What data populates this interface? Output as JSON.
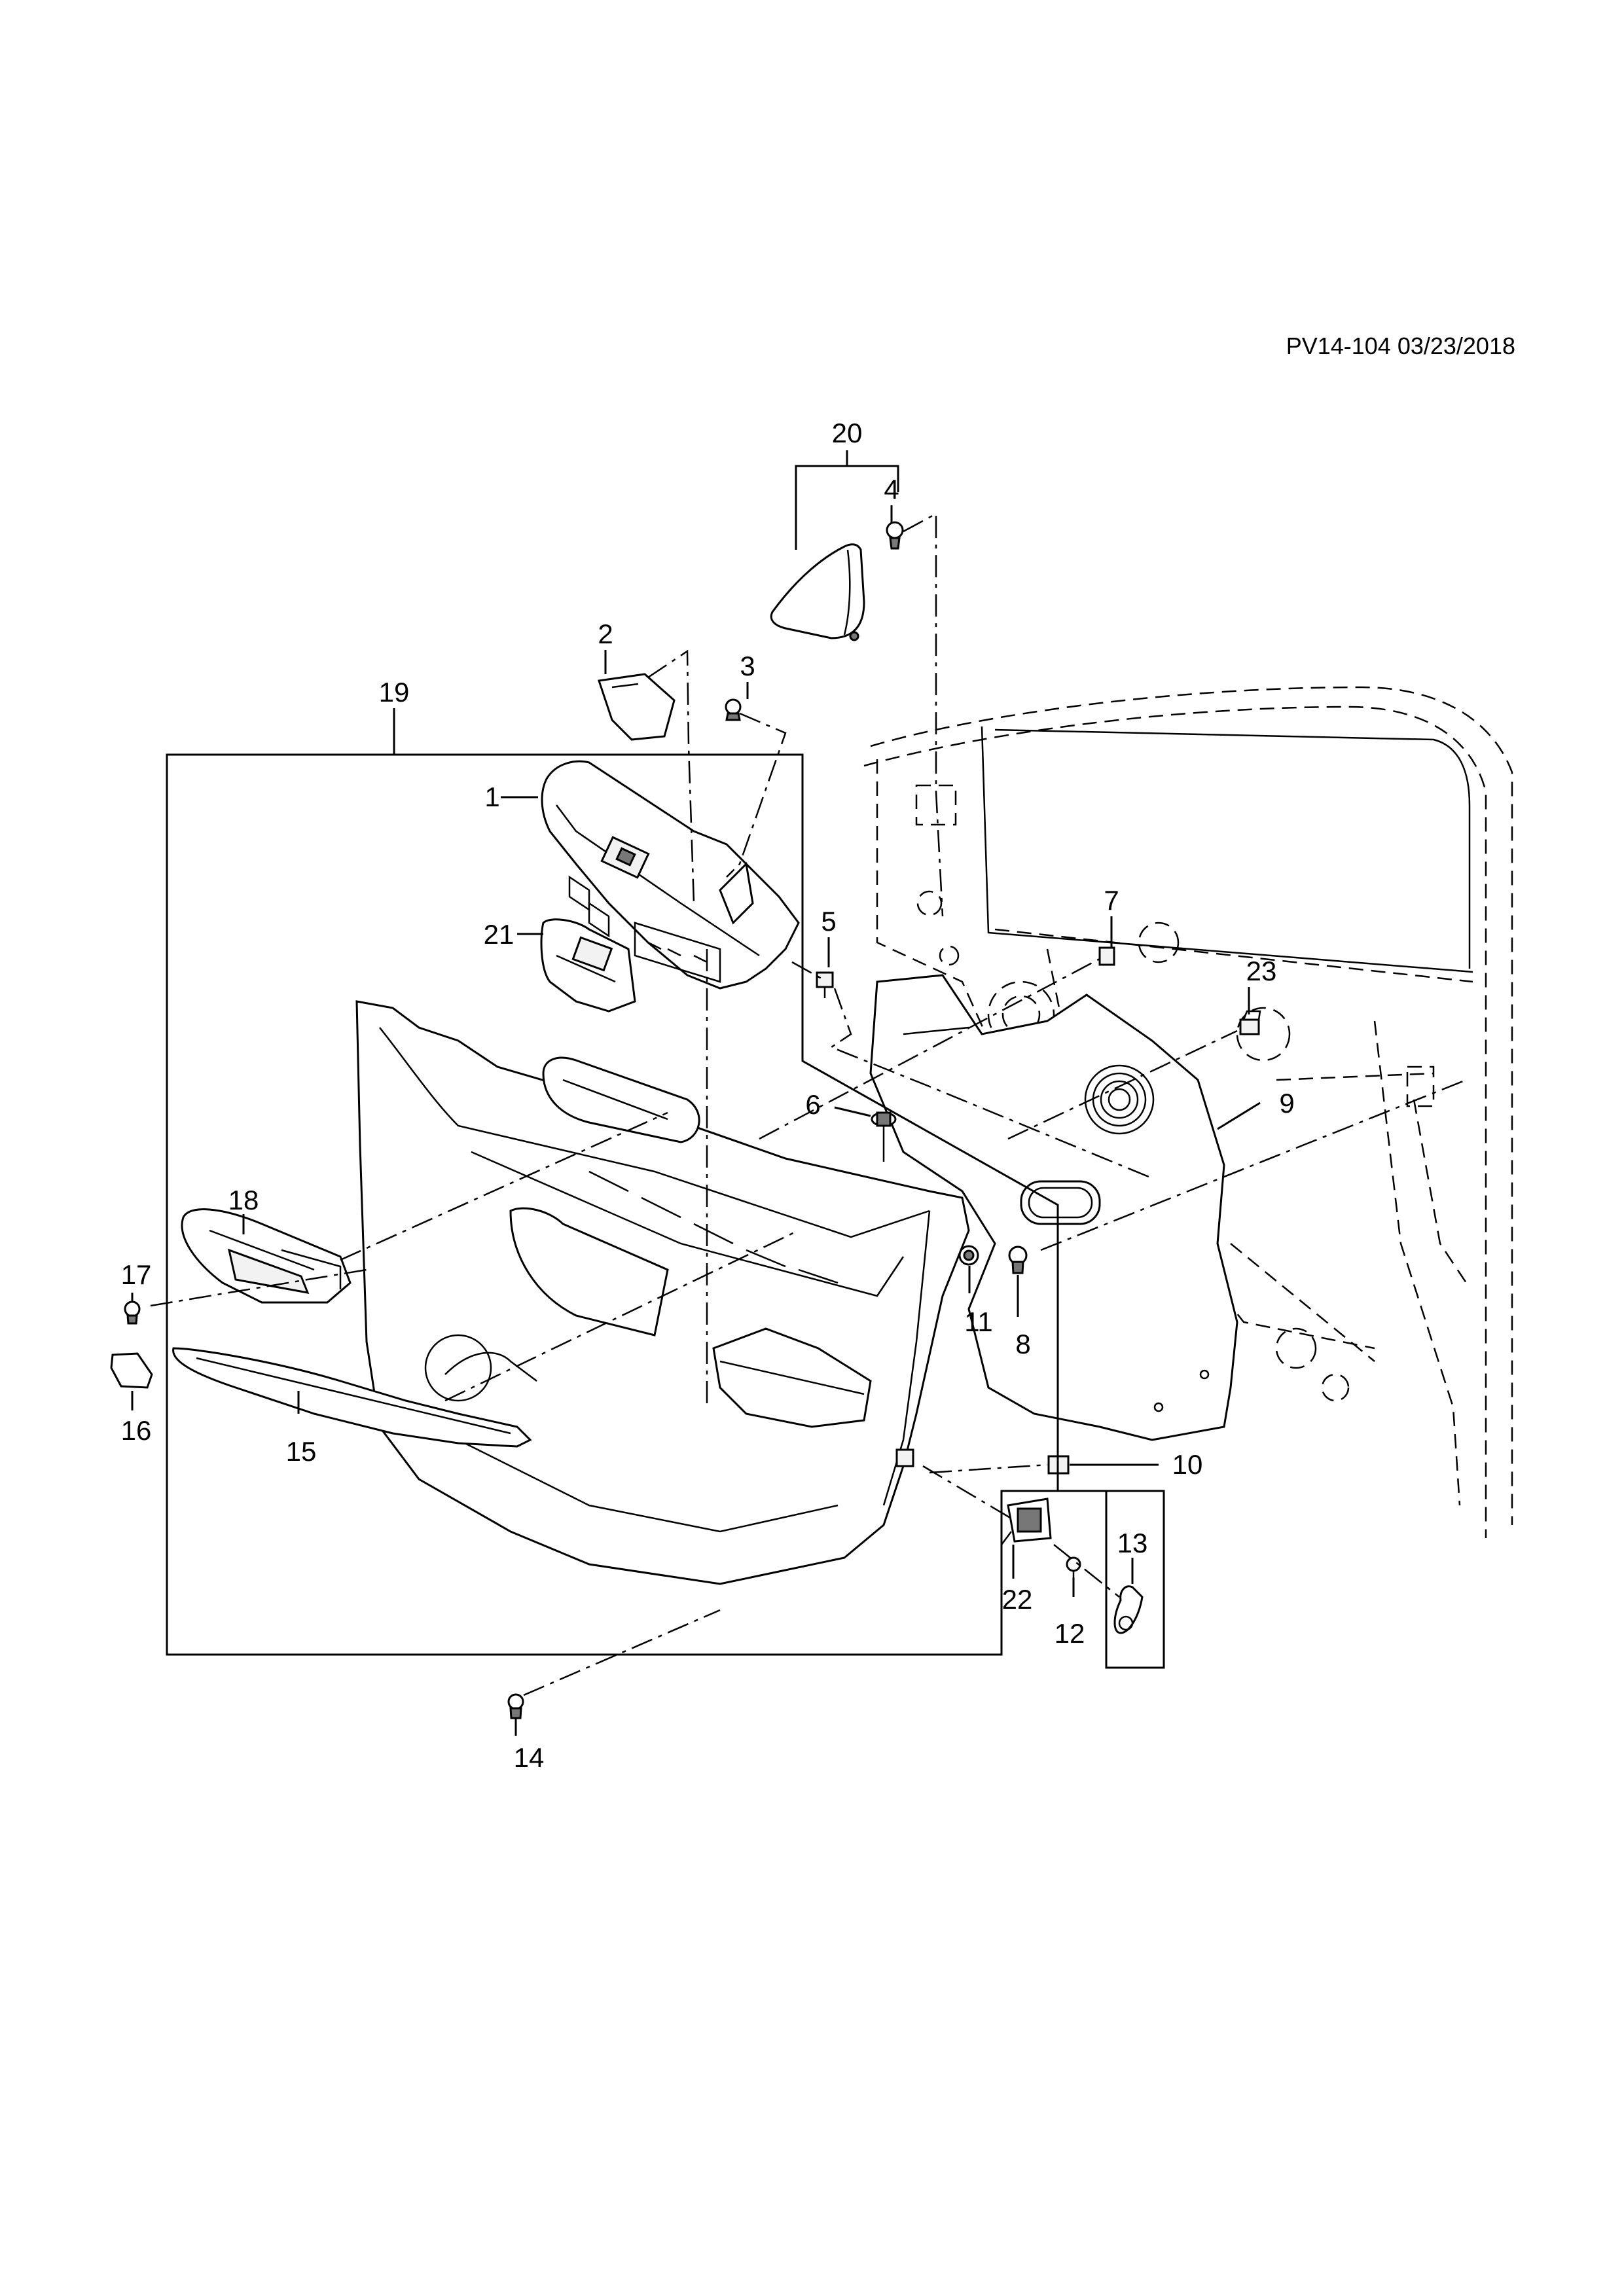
{
  "reference": "PV14-104 03/23/2018",
  "callouts": {
    "c1": "1",
    "c2": "2",
    "c3": "3",
    "c4": "4",
    "c5": "5",
    "c6": "6",
    "c7": "7",
    "c8": "8",
    "c9": "9",
    "c10": "10",
    "c11": "11",
    "c12": "12",
    "c13": "13",
    "c14": "14",
    "c15": "15",
    "c16": "16",
    "c17": "17",
    "c18": "18",
    "c19": "19",
    "c20": "20",
    "c21": "21",
    "c22": "22",
    "c23": "23"
  }
}
